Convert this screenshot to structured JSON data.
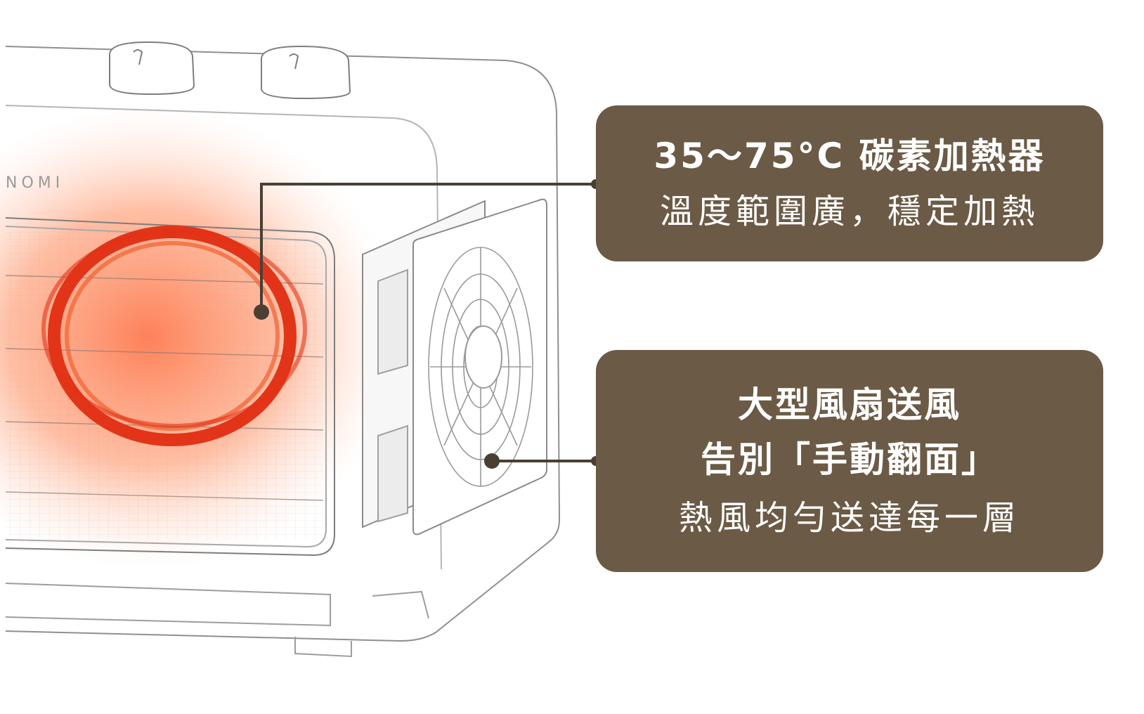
{
  "colors": {
    "callout_bg": "#6b5a45",
    "callout_text": "#ffffff",
    "heater_glow": "#e8341c",
    "connector": "#4a3f33",
    "outline": "#9a9a9a"
  },
  "product": {
    "brand_fragment": "NOMI"
  },
  "callouts": {
    "heater": {
      "line1": "35～75°C 碳素加熱器",
      "line2": "溫度範圍廣，穩定加熱"
    },
    "fan": {
      "line1": "大型風扇送風",
      "line2": "告別「手動翻面」",
      "line3": "熱風均勻送達每一層"
    }
  }
}
